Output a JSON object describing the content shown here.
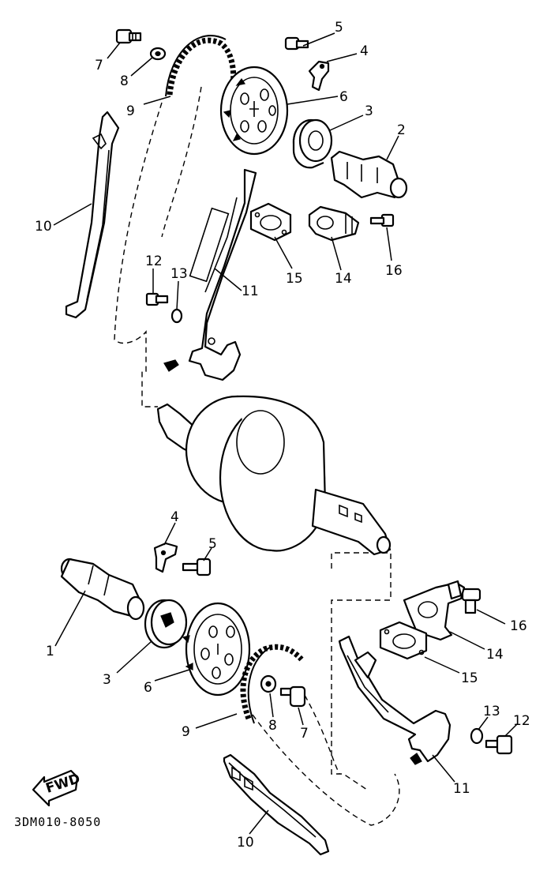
{
  "diagram_code": "3DM010-8050",
  "fwd_label": "FWD",
  "callouts": [
    {
      "id": "c-top-5",
      "text": "5"
    },
    {
      "id": "c-top-4",
      "text": "4"
    },
    {
      "id": "c-top-7",
      "text": "7"
    },
    {
      "id": "c-top-8",
      "text": "8"
    },
    {
      "id": "c-top-6",
      "text": "6"
    },
    {
      "id": "c-top-9",
      "text": "9"
    },
    {
      "id": "c-top-3",
      "text": "3"
    },
    {
      "id": "c-top-2",
      "text": "2"
    },
    {
      "id": "c-top-10",
      "text": "10"
    },
    {
      "id": "c-top-12",
      "text": "12"
    },
    {
      "id": "c-top-13",
      "text": "13"
    },
    {
      "id": "c-top-11",
      "text": "11"
    },
    {
      "id": "c-top-15",
      "text": "15"
    },
    {
      "id": "c-top-14",
      "text": "14"
    },
    {
      "id": "c-top-16",
      "text": "16"
    },
    {
      "id": "c-bot-4",
      "text": "4"
    },
    {
      "id": "c-bot-5",
      "text": "5"
    },
    {
      "id": "c-bot-1",
      "text": "1"
    },
    {
      "id": "c-bot-3",
      "text": "3"
    },
    {
      "id": "c-bot-6",
      "text": "6"
    },
    {
      "id": "c-bot-9",
      "text": "9"
    },
    {
      "id": "c-bot-8",
      "text": "8"
    },
    {
      "id": "c-bot-7",
      "text": "7"
    },
    {
      "id": "c-bot-16",
      "text": "16"
    },
    {
      "id": "c-bot-14",
      "text": "14"
    },
    {
      "id": "c-bot-15",
      "text": "15"
    },
    {
      "id": "c-bot-13",
      "text": "13"
    },
    {
      "id": "c-bot-12",
      "text": "12"
    },
    {
      "id": "c-bot-11",
      "text": "11"
    },
    {
      "id": "c-bot-10",
      "text": "10"
    }
  ]
}
